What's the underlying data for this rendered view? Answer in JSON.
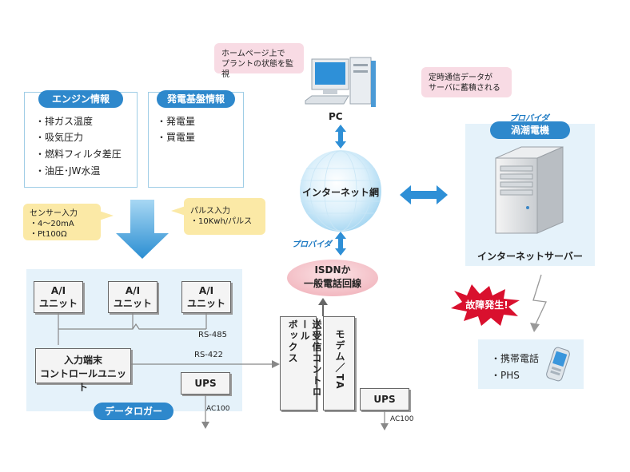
{
  "engine_info": {
    "title": "エンジン情報",
    "items": [
      "・排ガス温度",
      "・吸気圧力",
      "・燃料フィルタ差圧",
      "・油圧･JW水温"
    ]
  },
  "power_info": {
    "title": "発電基盤情報",
    "items": [
      "・発電量",
      "・買電量"
    ]
  },
  "sensor_callout": {
    "lines": [
      "センサー入力",
      "・4～20mA",
      "・Pt100Ω"
    ]
  },
  "pulse_callout": {
    "lines": [
      "パルス入力",
      "・10Kwh/パルス"
    ]
  },
  "logger": {
    "ai_units": [
      "A/I\nユニット",
      "A/I\nユニット",
      "A/I\nユニット"
    ],
    "rs485": "RS-485",
    "rs422": "RS-422",
    "input_terminal": "入力端末\nコントロールユニット",
    "ups": "UPS",
    "ac100": "AC100",
    "label": "データロガー"
  },
  "transmit_box": "送受信コントロールボックス",
  "modem_box": "モデム／TA",
  "ups2": "UPS",
  "ac100_2": "AC100",
  "isdn": "ISDNか\n一般電話回線",
  "provider_left": "プロバイダ",
  "internet": "インターネット網",
  "pc": {
    "label": "PC",
    "callout": "ホームページ上で\nプラントの状態を監視"
  },
  "server": {
    "callout": "定時通信データが\nサーバに蓄積される",
    "provider": "プロバイダ",
    "company": "渦潮電機",
    "label": "インターネットサーバー"
  },
  "failure": "故障発生!",
  "mobile": {
    "items": [
      "・携帯電話",
      "・PHS"
    ]
  }
}
